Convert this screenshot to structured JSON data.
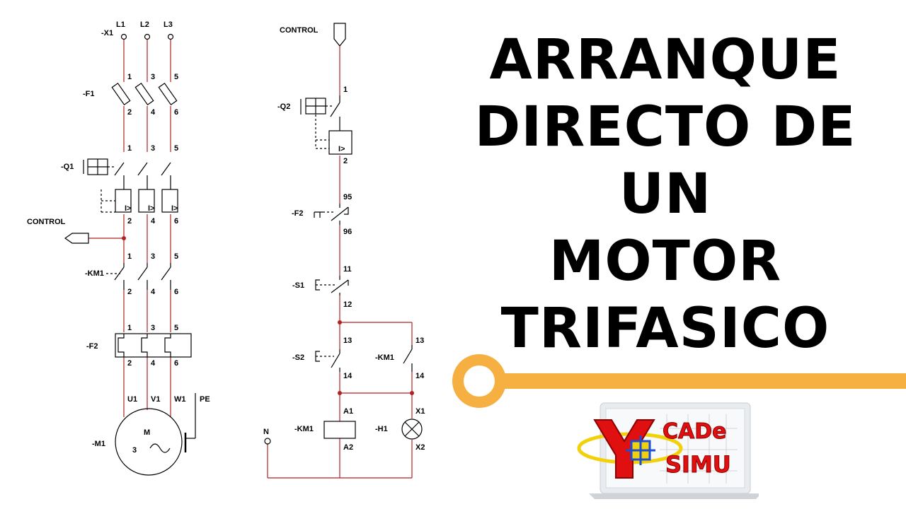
{
  "title": {
    "lines": [
      "ARRANQUE",
      "DIRECTO DE UN",
      "MOTOR",
      "TRIFASICO"
    ]
  },
  "power_circuit": {
    "supply": {
      "tag": "-X1",
      "phases": [
        "L1",
        "L2",
        "L3"
      ]
    },
    "fuses": {
      "tag": "-F1",
      "top": [
        "1",
        "3",
        "5"
      ],
      "bottom": [
        "2",
        "4",
        "6"
      ]
    },
    "breaker": {
      "tag": "-Q1",
      "top": [
        "1",
        "3",
        "5"
      ],
      "bottom": [
        "2",
        "4",
        "6"
      ]
    },
    "control_tap": "CONTROL",
    "contactor": {
      "tag": "-KM1",
      "top": [
        "1",
        "3",
        "5"
      ],
      "bottom": [
        "2",
        "4",
        "6"
      ]
    },
    "overload": {
      "tag": "-F2",
      "top": [
        "1",
        "3",
        "5"
      ],
      "bottom": [
        "2",
        "4",
        "6"
      ]
    },
    "motor": {
      "tag": "-M1",
      "terminals": [
        "U1",
        "V1",
        "W1",
        "PE"
      ],
      "letter": "M",
      "phases": "3",
      "symbol": "~"
    }
  },
  "control_circuit": {
    "source": "CONTROL",
    "breaker": {
      "tag": "-Q2",
      "top": "1",
      "bottom": "2"
    },
    "overload_contact": {
      "tag": "-F2",
      "top": "95",
      "bottom": "96"
    },
    "stop_button": {
      "tag": "-S1",
      "top": "11",
      "bottom": "12"
    },
    "start_button": {
      "tag": "-S2",
      "top": "13",
      "bottom": "14"
    },
    "hold_contact": {
      "tag": "-KM1",
      "top": "13",
      "bottom": "14"
    },
    "coil": {
      "tag": "-KM1",
      "top": "A1",
      "bottom": "A2"
    },
    "lamp": {
      "tag": "-H1",
      "top": "X1",
      "bottom": "X2"
    },
    "neutral": "N"
  },
  "logo": {
    "line1": "CADe",
    "line2": "SIMU"
  },
  "colors": {
    "wire": "#b22222",
    "accent": "#f5b041",
    "logo_red": "#e01010",
    "logo_yellow": "#f2d10a",
    "logo_blue": "#1a4fd6"
  }
}
